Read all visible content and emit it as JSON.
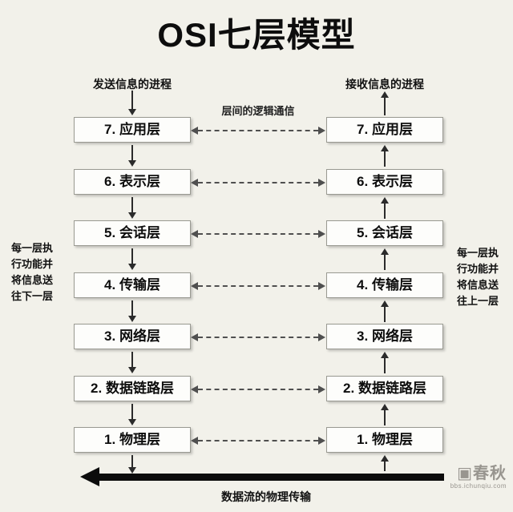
{
  "title": "OSI七层模型",
  "left_column": {
    "header": "发送信息的进程"
  },
  "right_column": {
    "header": "接收信息的进程"
  },
  "middle_label": "层间的逻辑通信",
  "layers": [
    {
      "label": "7. 应用层"
    },
    {
      "label": "6. 表示层"
    },
    {
      "label": "5. 会话层"
    },
    {
      "label": "4. 传输层"
    },
    {
      "label": "3. 网络层"
    },
    {
      "label": "2. 数据链路层"
    },
    {
      "label": "1. 物理层"
    }
  ],
  "left_note": {
    "lines": [
      "每一层执",
      "行功能并",
      "将信息送",
      "往下一层"
    ]
  },
  "right_note": {
    "lines": [
      "每一层执",
      "行功能并",
      "将信息送",
      "往上一层"
    ]
  },
  "bottom_label": "数据流的物理传输",
  "watermark": {
    "icon": "▣",
    "logo": "春秋",
    "url": "bbs.ichunqiu.com"
  },
  "colors": {
    "background": "#f2f1ea",
    "box_bg": "#fdfdfb",
    "box_border": "#9a9a92",
    "arrow": "#2b2b2b",
    "dashed_arrow": "#4f4f4f",
    "big_arrow": "#0c0c0c"
  }
}
